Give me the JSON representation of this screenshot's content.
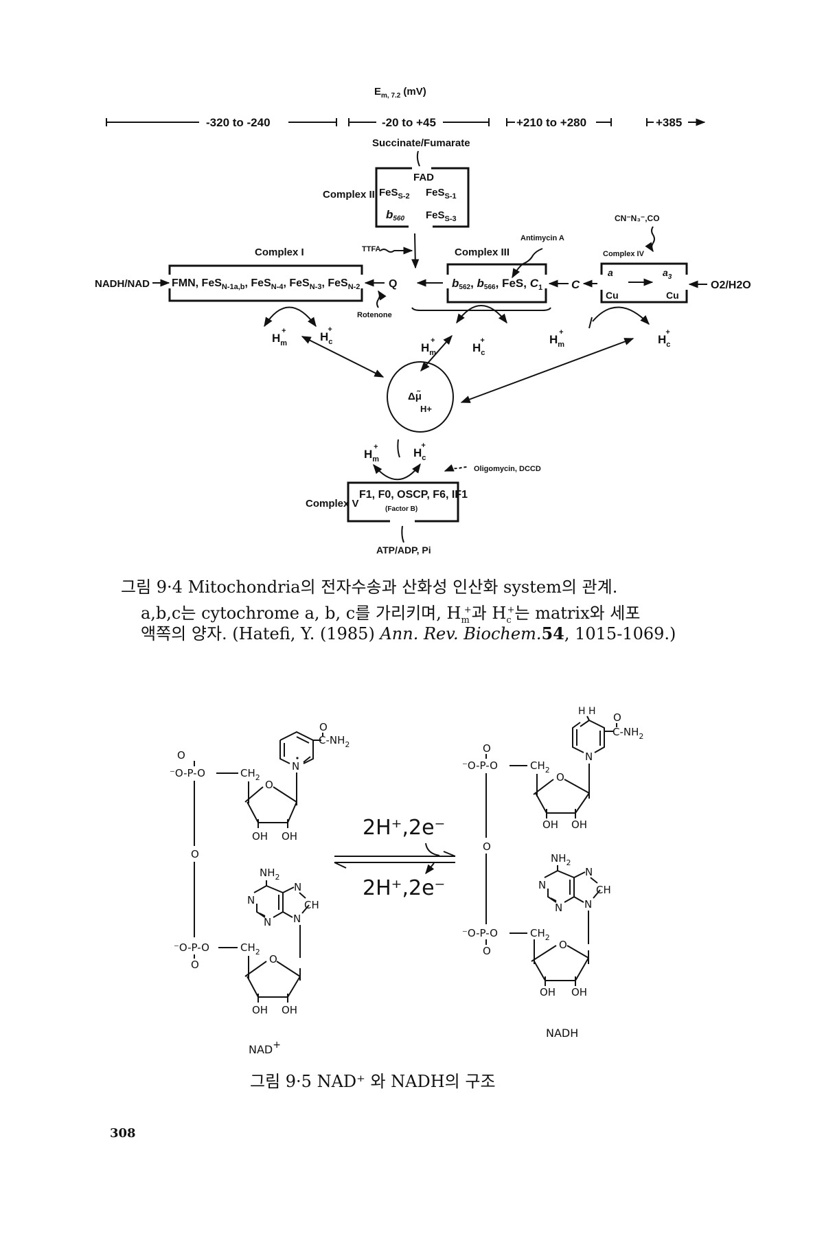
{
  "figure_9_4": {
    "potential_header": "Em, 7.2 (mV)",
    "potential_header_main": "E",
    "potential_header_sub": "m, 7.2",
    "potential_header_unit": "(mV)",
    "ranges": [
      "-320 to -240",
      "-20 to +45",
      "+210 to +280",
      "+385"
    ],
    "succinate": "Succinate/Fumarate",
    "complex2": {
      "label": "Complex II",
      "fad": "FAD",
      "fes2": "FeS",
      "fes2_sub": "S-2",
      "fes1": "FeS",
      "fes1_sub": "S-1",
      "b": "b",
      "b_sub": "560",
      "fes3": "FeS",
      "fes3_sub": "S-3"
    },
    "complex1": {
      "label": "Complex I",
      "content_parts": [
        "FMN, FeS",
        "N-1a,b",
        ", FeS",
        "N-4",
        ", FeS",
        "N-3",
        ", FeS",
        "N-2"
      ]
    },
    "nadh_nad": "NADH/NAD",
    "ttfa": "TTFA",
    "rotenone": "Rotenone",
    "q": "Q",
    "complex3": {
      "label": "Complex III",
      "antimycin": "Antimycin A",
      "content": "b562, b566, FeS, C1",
      "b562": "b",
      "b562_sub": "562",
      "b566": "b",
      "b566_sub": "566",
      "fes": ", FeS, ",
      "c1": "C",
      "c1_sub": "1"
    },
    "cyt_c": "C",
    "complex4": {
      "label": "Complex IV",
      "inhibitors": "CN⁻N₃⁻,CO",
      "a": "a",
      "a3": "a",
      "a3_sub": "3",
      "cu1": "Cu",
      "cu2": "Cu"
    },
    "o2_h2o": "O2/H2O",
    "h_m": "H",
    "h_m_sub": "m",
    "h_c": "H",
    "h_c_sub": "c",
    "plus": "+",
    "delta_mu": "Δμ̃",
    "delta_mu_sub": "H+",
    "complex5": {
      "label": "Complex V",
      "content": "F1, F0, OSCP, F6, IF1",
      "factor": "(Factor B)",
      "inhibitors": "Oligomycin, DCCD"
    },
    "atp": "ATP/ADP, Pi"
  },
  "caption_9_4": {
    "line1": "그림 9·4  Mitochondria의 전자수송과 산화성 인산화 system의 관계.",
    "line2_a": "a,b,c는 cytochrome a, b, c를 가리키며, H",
    "line2_b": "과 H",
    "line2_c": "는 matrix와 세포",
    "line3_a": "액쪽의 양자.  (Hatefi, Y. (1985) ",
    "line3_journal": "Ann. Rev. Biochem.",
    "line3_vol": "54",
    "line3_end": ", 1015-1069.)"
  },
  "figure_9_5": {
    "nad_label": "NAD",
    "nad_charge": "+",
    "nadh_label": "NADH",
    "reaction_top": "2H⁺,2e⁻",
    "reaction_bottom": "2H⁺,2e⁻",
    "atoms": {
      "O": "O",
      "P": "P",
      "OminusP": "⁻O-P-O",
      "CH2": "CH",
      "two": "2",
      "OH": "OH",
      "N": "N",
      "Nplus": "N",
      "CH": "CH",
      "NH2": "NH",
      "C_NH2": "C-NH",
      "HH": "H H"
    }
  },
  "caption_9_5": "그림 9·5  NAD⁺ 와 NADH의 구조",
  "page_number": "308"
}
